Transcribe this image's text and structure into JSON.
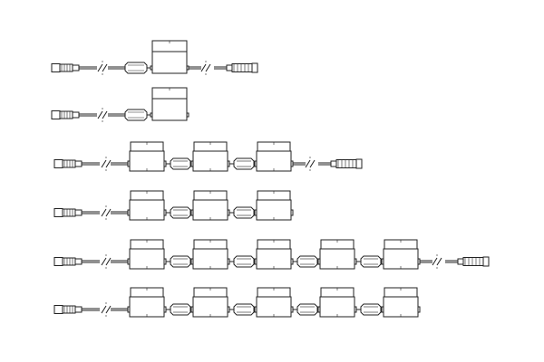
{
  "diagram": {
    "stroke_color": "#222222",
    "background": "#ffffff",
    "rows": [
      {
        "name": "row-1",
        "devices": 1,
        "style": "tall",
        "end_plug": true
      },
      {
        "name": "row-2",
        "devices": 1,
        "style": "tall",
        "end_plug": false
      },
      {
        "name": "row-3",
        "devices": 3,
        "style": "ribbed",
        "end_plug": true
      },
      {
        "name": "row-4",
        "devices": 3,
        "style": "ribbed",
        "end_plug": false
      },
      {
        "name": "row-5",
        "devices": 5,
        "style": "ribbed",
        "end_plug": true
      },
      {
        "name": "row-6",
        "devices": 5,
        "style": "ribbed",
        "end_plug": false
      }
    ]
  }
}
